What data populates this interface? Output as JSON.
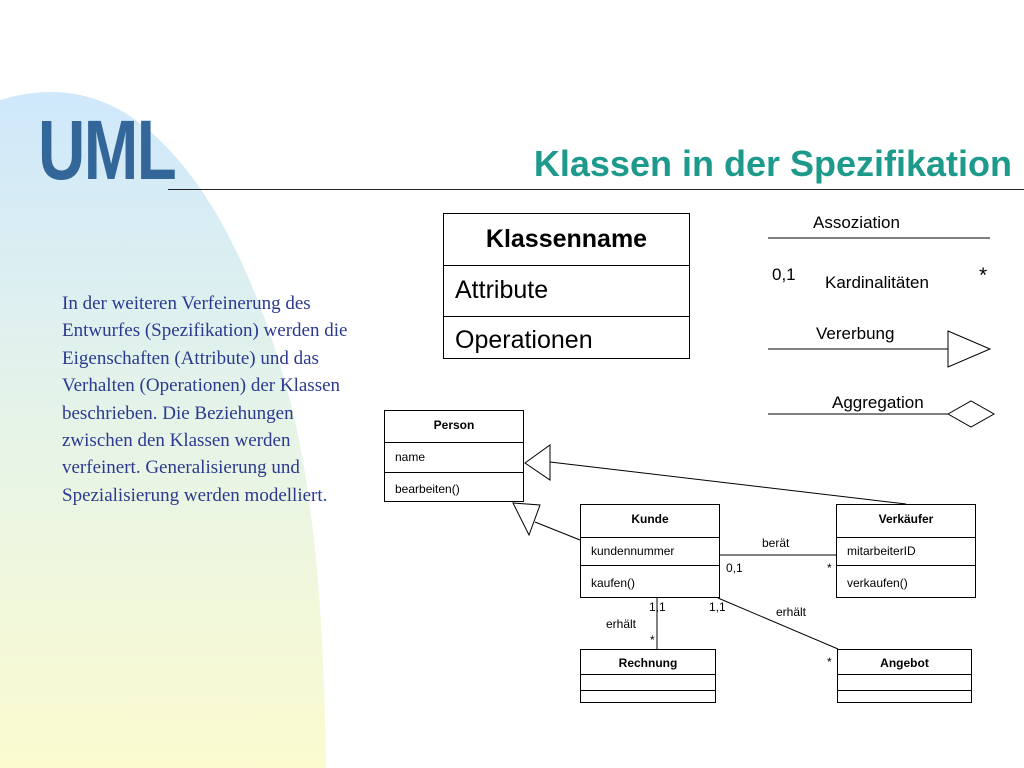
{
  "header": {
    "logo": "UML",
    "title": "Klassen in der Spezifikation"
  },
  "body_text": "In der weiteren Verfeinerung des Entwurfes (Spezifikation) werden die Eigenschaften (Attribute) und das Verhalten (Operationen) der Klassen beschrieben. Die Beziehungen zwischen den Klassen werden verfeinert. Generalisierung und Spezialisierung werden modelliert.",
  "legend": {
    "class_box": {
      "name": "Klassenname",
      "attributes": "Attribute",
      "operations": "Operationen"
    },
    "association": "Assoziation",
    "cardinality": {
      "label": "Kardinalitäten",
      "left": "0,1",
      "right": "*"
    },
    "inheritance": "Vererbung",
    "aggregation": "Aggregation"
  },
  "classes": {
    "person": {
      "name": "Person",
      "attribute": "name",
      "operation": "bearbeiten()"
    },
    "kunde": {
      "name": "Kunde",
      "attribute": "kundennummer",
      "operation": "kaufen()"
    },
    "verkaeufer": {
      "name": "Verkäufer",
      "attribute": "mitarbeiterID",
      "operation": "verkaufen()"
    },
    "rechnung": {
      "name": "Rechnung"
    },
    "angebot": {
      "name": "Angebot"
    }
  },
  "associations": {
    "beraet": {
      "label": "berät",
      "kunde_end": "0,1",
      "verkaeufer_end": "*"
    },
    "kunde_rechnung": {
      "label": "erhält",
      "kunde_end": "1,1",
      "rechnung_end": "*"
    },
    "kunde_angebot": {
      "label": "erhält",
      "kunde_end": "1,1",
      "angebot_end": "*"
    }
  },
  "colors": {
    "logo": "#336699",
    "title": "#1e9a8c",
    "body_text": "#2b3a8f"
  }
}
